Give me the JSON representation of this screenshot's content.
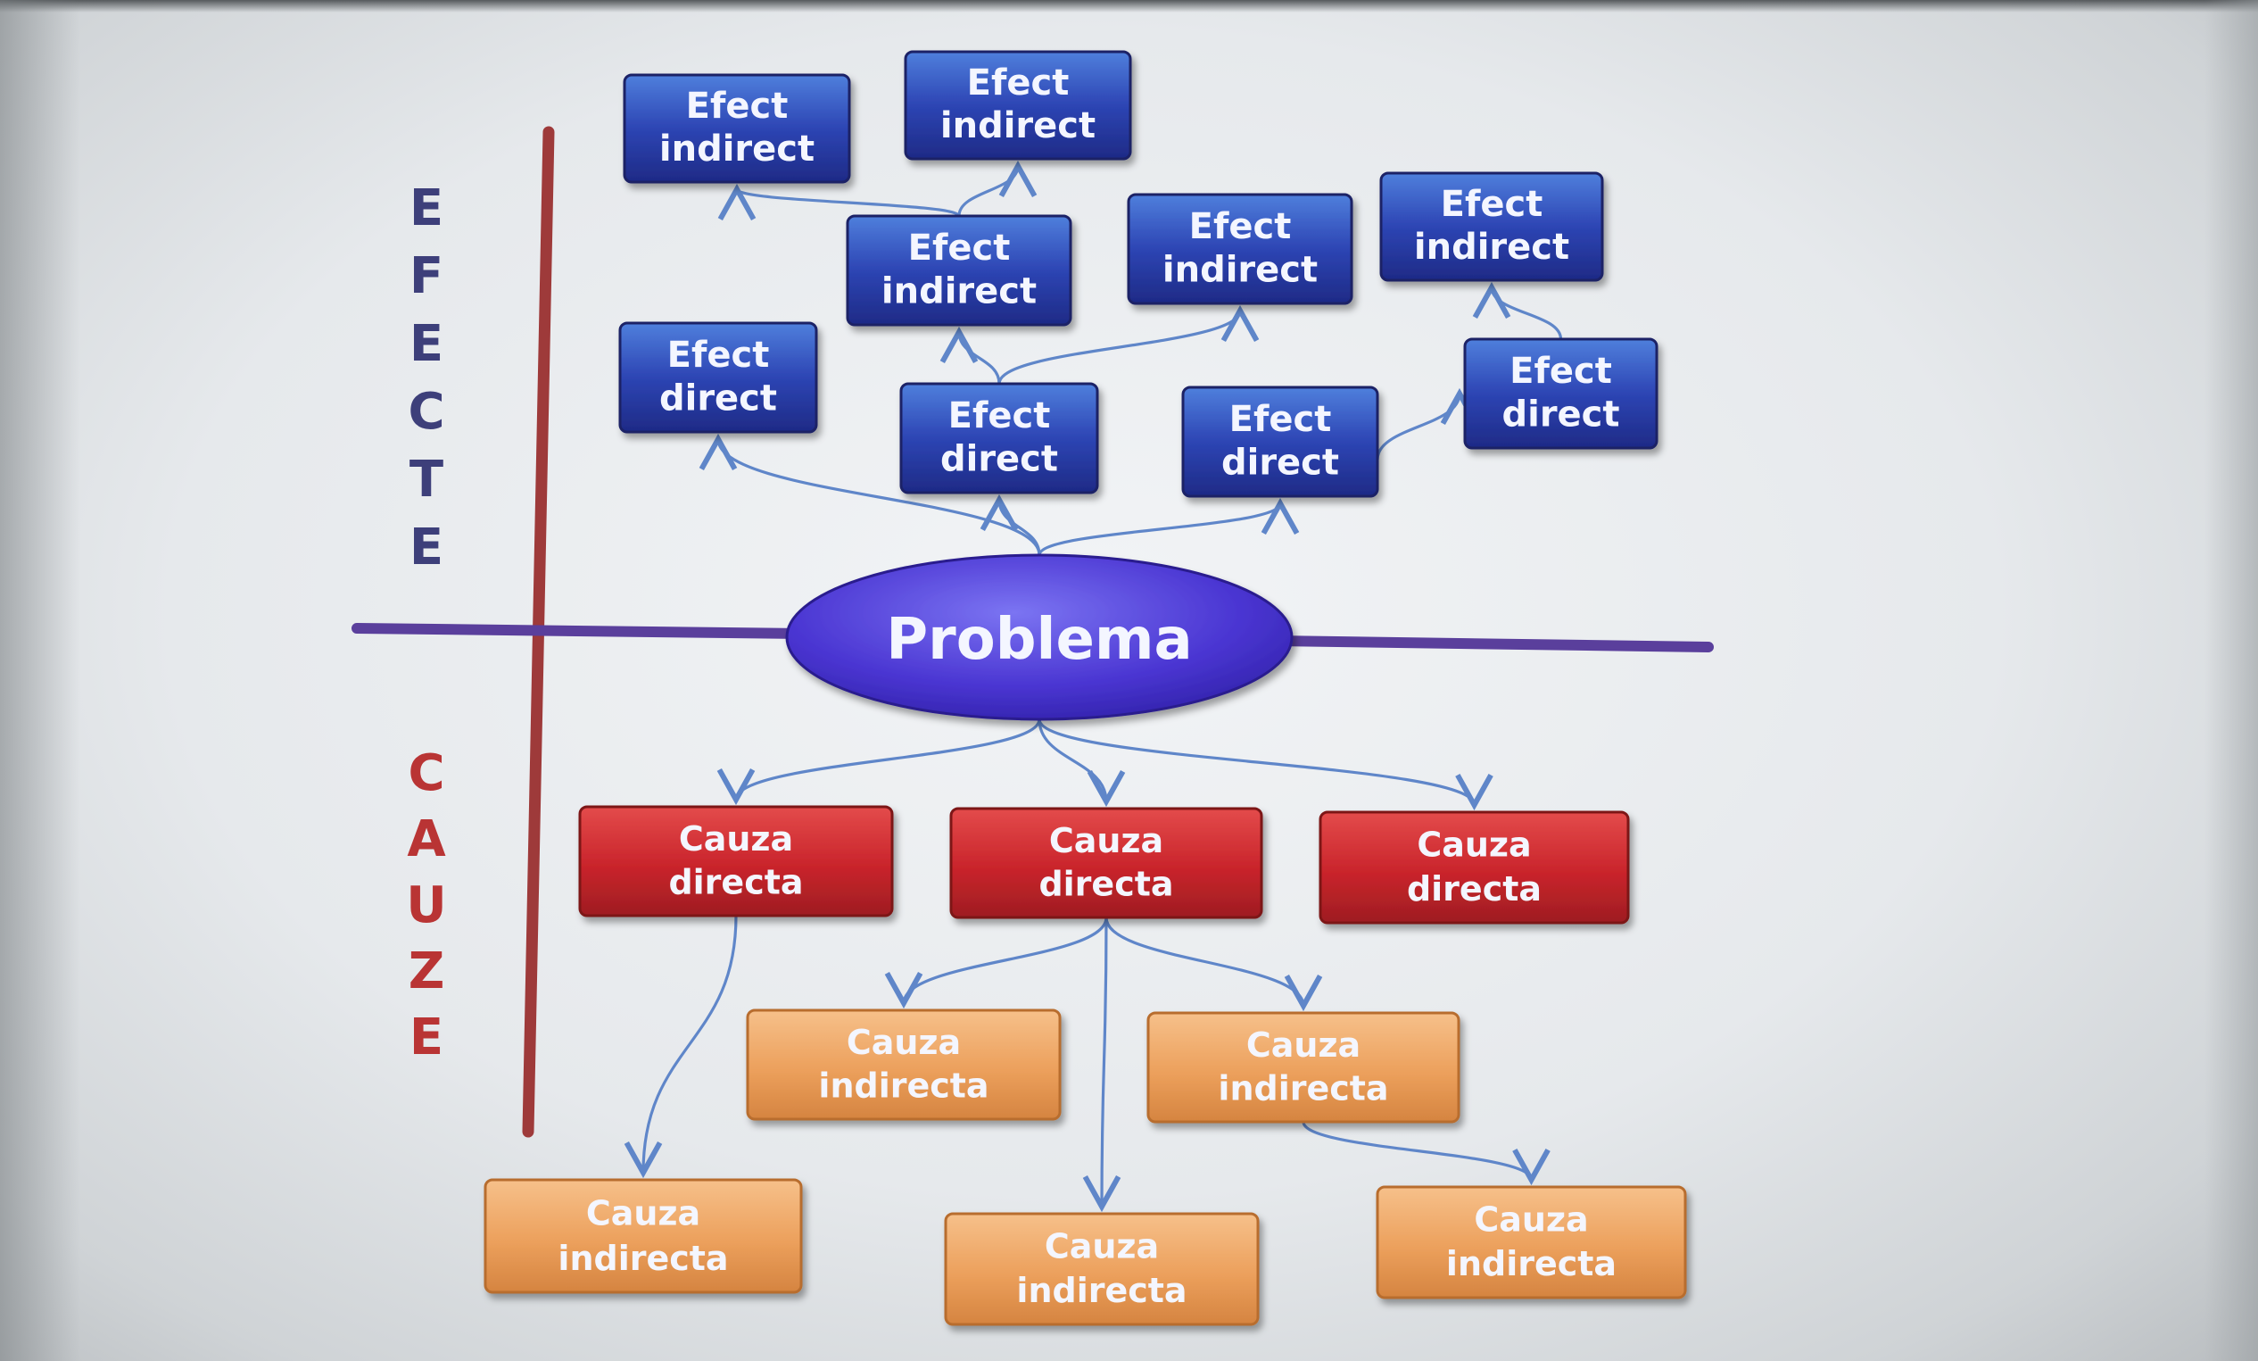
{
  "colors": {
    "effect_box": "#2f48b8",
    "cause_direct_box": "#c9242b",
    "cause_indirect_box": "#ec9f5a",
    "problem": "#4c37d4",
    "axis_vertical": "#9e3a3a",
    "axis_horizontal": "#5a3f9c",
    "connector": "#5f86c9",
    "efecte_label": "#3d3f7a",
    "cauze_label": "#b93434"
  },
  "side_labels": {
    "effects": [
      "E",
      "F",
      "E",
      "C",
      "T",
      "E"
    ],
    "causes": [
      "C",
      "A",
      "U",
      "Z",
      "E"
    ]
  },
  "problem": {
    "label": "Problema"
  },
  "nodes": [
    {
      "id": "ei1",
      "kind": "effect",
      "line1": "Efect",
      "line2": "indirect"
    },
    {
      "id": "ei2",
      "kind": "effect",
      "line1": "Efect",
      "line2": "indirect"
    },
    {
      "id": "ei3",
      "kind": "effect",
      "line1": "Efect",
      "line2": "indirect"
    },
    {
      "id": "ei4",
      "kind": "effect",
      "line1": "Efect",
      "line2": "indirect"
    },
    {
      "id": "ei5",
      "kind": "effect",
      "line1": "Efect",
      "line2": "indirect"
    },
    {
      "id": "ed1",
      "kind": "effect",
      "line1": "Efect",
      "line2": "direct"
    },
    {
      "id": "ed2",
      "kind": "effect",
      "line1": "Efect",
      "line2": "direct"
    },
    {
      "id": "ed3",
      "kind": "effect",
      "line1": "Efect",
      "line2": "direct"
    },
    {
      "id": "ed4",
      "kind": "effect",
      "line1": "Efect",
      "line2": "direct"
    },
    {
      "id": "cd1",
      "kind": "cause_direct",
      "line1": "Cauza",
      "line2": "directa"
    },
    {
      "id": "cd2",
      "kind": "cause_direct",
      "line1": "Cauza",
      "line2": "directa"
    },
    {
      "id": "cd3",
      "kind": "cause_direct",
      "line1": "Cauza",
      "line2": "directa"
    },
    {
      "id": "ci1",
      "kind": "cause_indirect",
      "line1": "Cauza",
      "line2": "indirecta"
    },
    {
      "id": "ci2",
      "kind": "cause_indirect",
      "line1": "Cauza",
      "line2": "indirecta"
    },
    {
      "id": "ci3",
      "kind": "cause_indirect",
      "line1": "Cauza",
      "line2": "indirecta"
    },
    {
      "id": "ci4",
      "kind": "cause_indirect",
      "line1": "Cauza",
      "line2": "indirecta"
    },
    {
      "id": "ci5",
      "kind": "cause_indirect",
      "line1": "Cauza",
      "line2": "indirecta"
    }
  ],
  "edges": [
    {
      "from": "problem",
      "to": "ed1"
    },
    {
      "from": "problem",
      "to": "ed2"
    },
    {
      "from": "problem",
      "to": "ed3"
    },
    {
      "from": "ed2",
      "to": "ei3"
    },
    {
      "from": "ed2",
      "to": "ei4"
    },
    {
      "from": "ei3",
      "to": "ei1"
    },
    {
      "from": "ei3",
      "to": "ei2"
    },
    {
      "from": "ed3",
      "to": "ed4"
    },
    {
      "from": "ed4",
      "to": "ei5"
    },
    {
      "from": "problem",
      "to": "cd1"
    },
    {
      "from": "problem",
      "to": "cd2"
    },
    {
      "from": "problem",
      "to": "cd3"
    },
    {
      "from": "cd1",
      "to": "ci3"
    },
    {
      "from": "cd2",
      "to": "ci1"
    },
    {
      "from": "cd2",
      "to": "ci2"
    },
    {
      "from": "cd2",
      "to": "ci4"
    },
    {
      "from": "ci2",
      "to": "ci5"
    }
  ]
}
